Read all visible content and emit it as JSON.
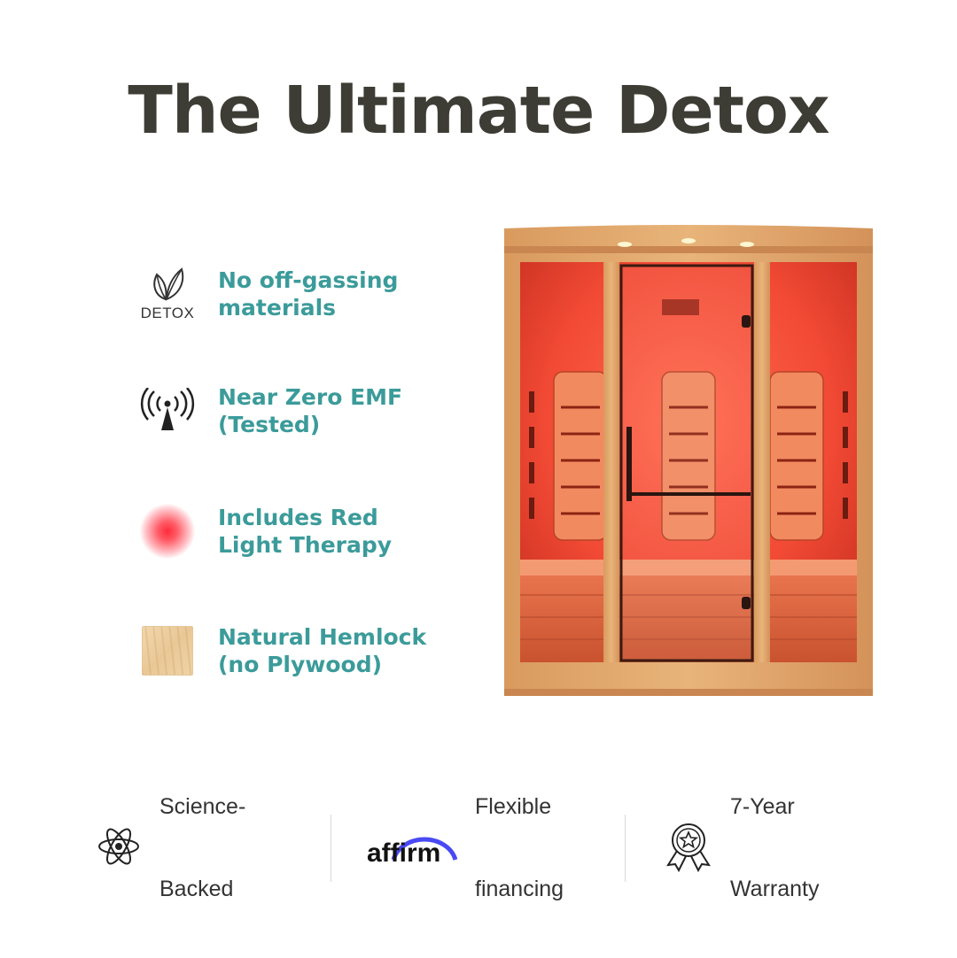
{
  "title": "The Ultimate Detox",
  "features": [
    {
      "icon": "leaf-detox-icon",
      "icon_label": "DETOX",
      "text_line1": "No off-gassing",
      "text_line2": "materials"
    },
    {
      "icon": "antenna-signal-icon",
      "text_line1": "Near Zero EMF",
      "text_line2": "(Tested)"
    },
    {
      "icon": "red-light-glow-icon",
      "text_line1": "Includes Red",
      "text_line2": "Light Therapy"
    },
    {
      "icon": "wood-swatch-icon",
      "text_line1": "Natural Hemlock",
      "text_line2": "(no Plywood)"
    }
  ],
  "product_image": {
    "icon": "infrared-sauna-image"
  },
  "badges": [
    {
      "icon": "atom-icon",
      "text_line1": "Science-",
      "text_line2": "Backed"
    },
    {
      "icon": "affirm-logo",
      "logo_text": "affirm",
      "text_line1": "Flexible",
      "text_line2": "financing"
    },
    {
      "icon": "award-ribbon-icon",
      "text_line1": "7-Year",
      "text_line2": "Warranty"
    }
  ],
  "colors": {
    "title": "#3d3d35",
    "accent_teal": "#3b9b9a",
    "affirm_arc": "#4a4af4",
    "sauna_glow": "#ff3b3b"
  }
}
